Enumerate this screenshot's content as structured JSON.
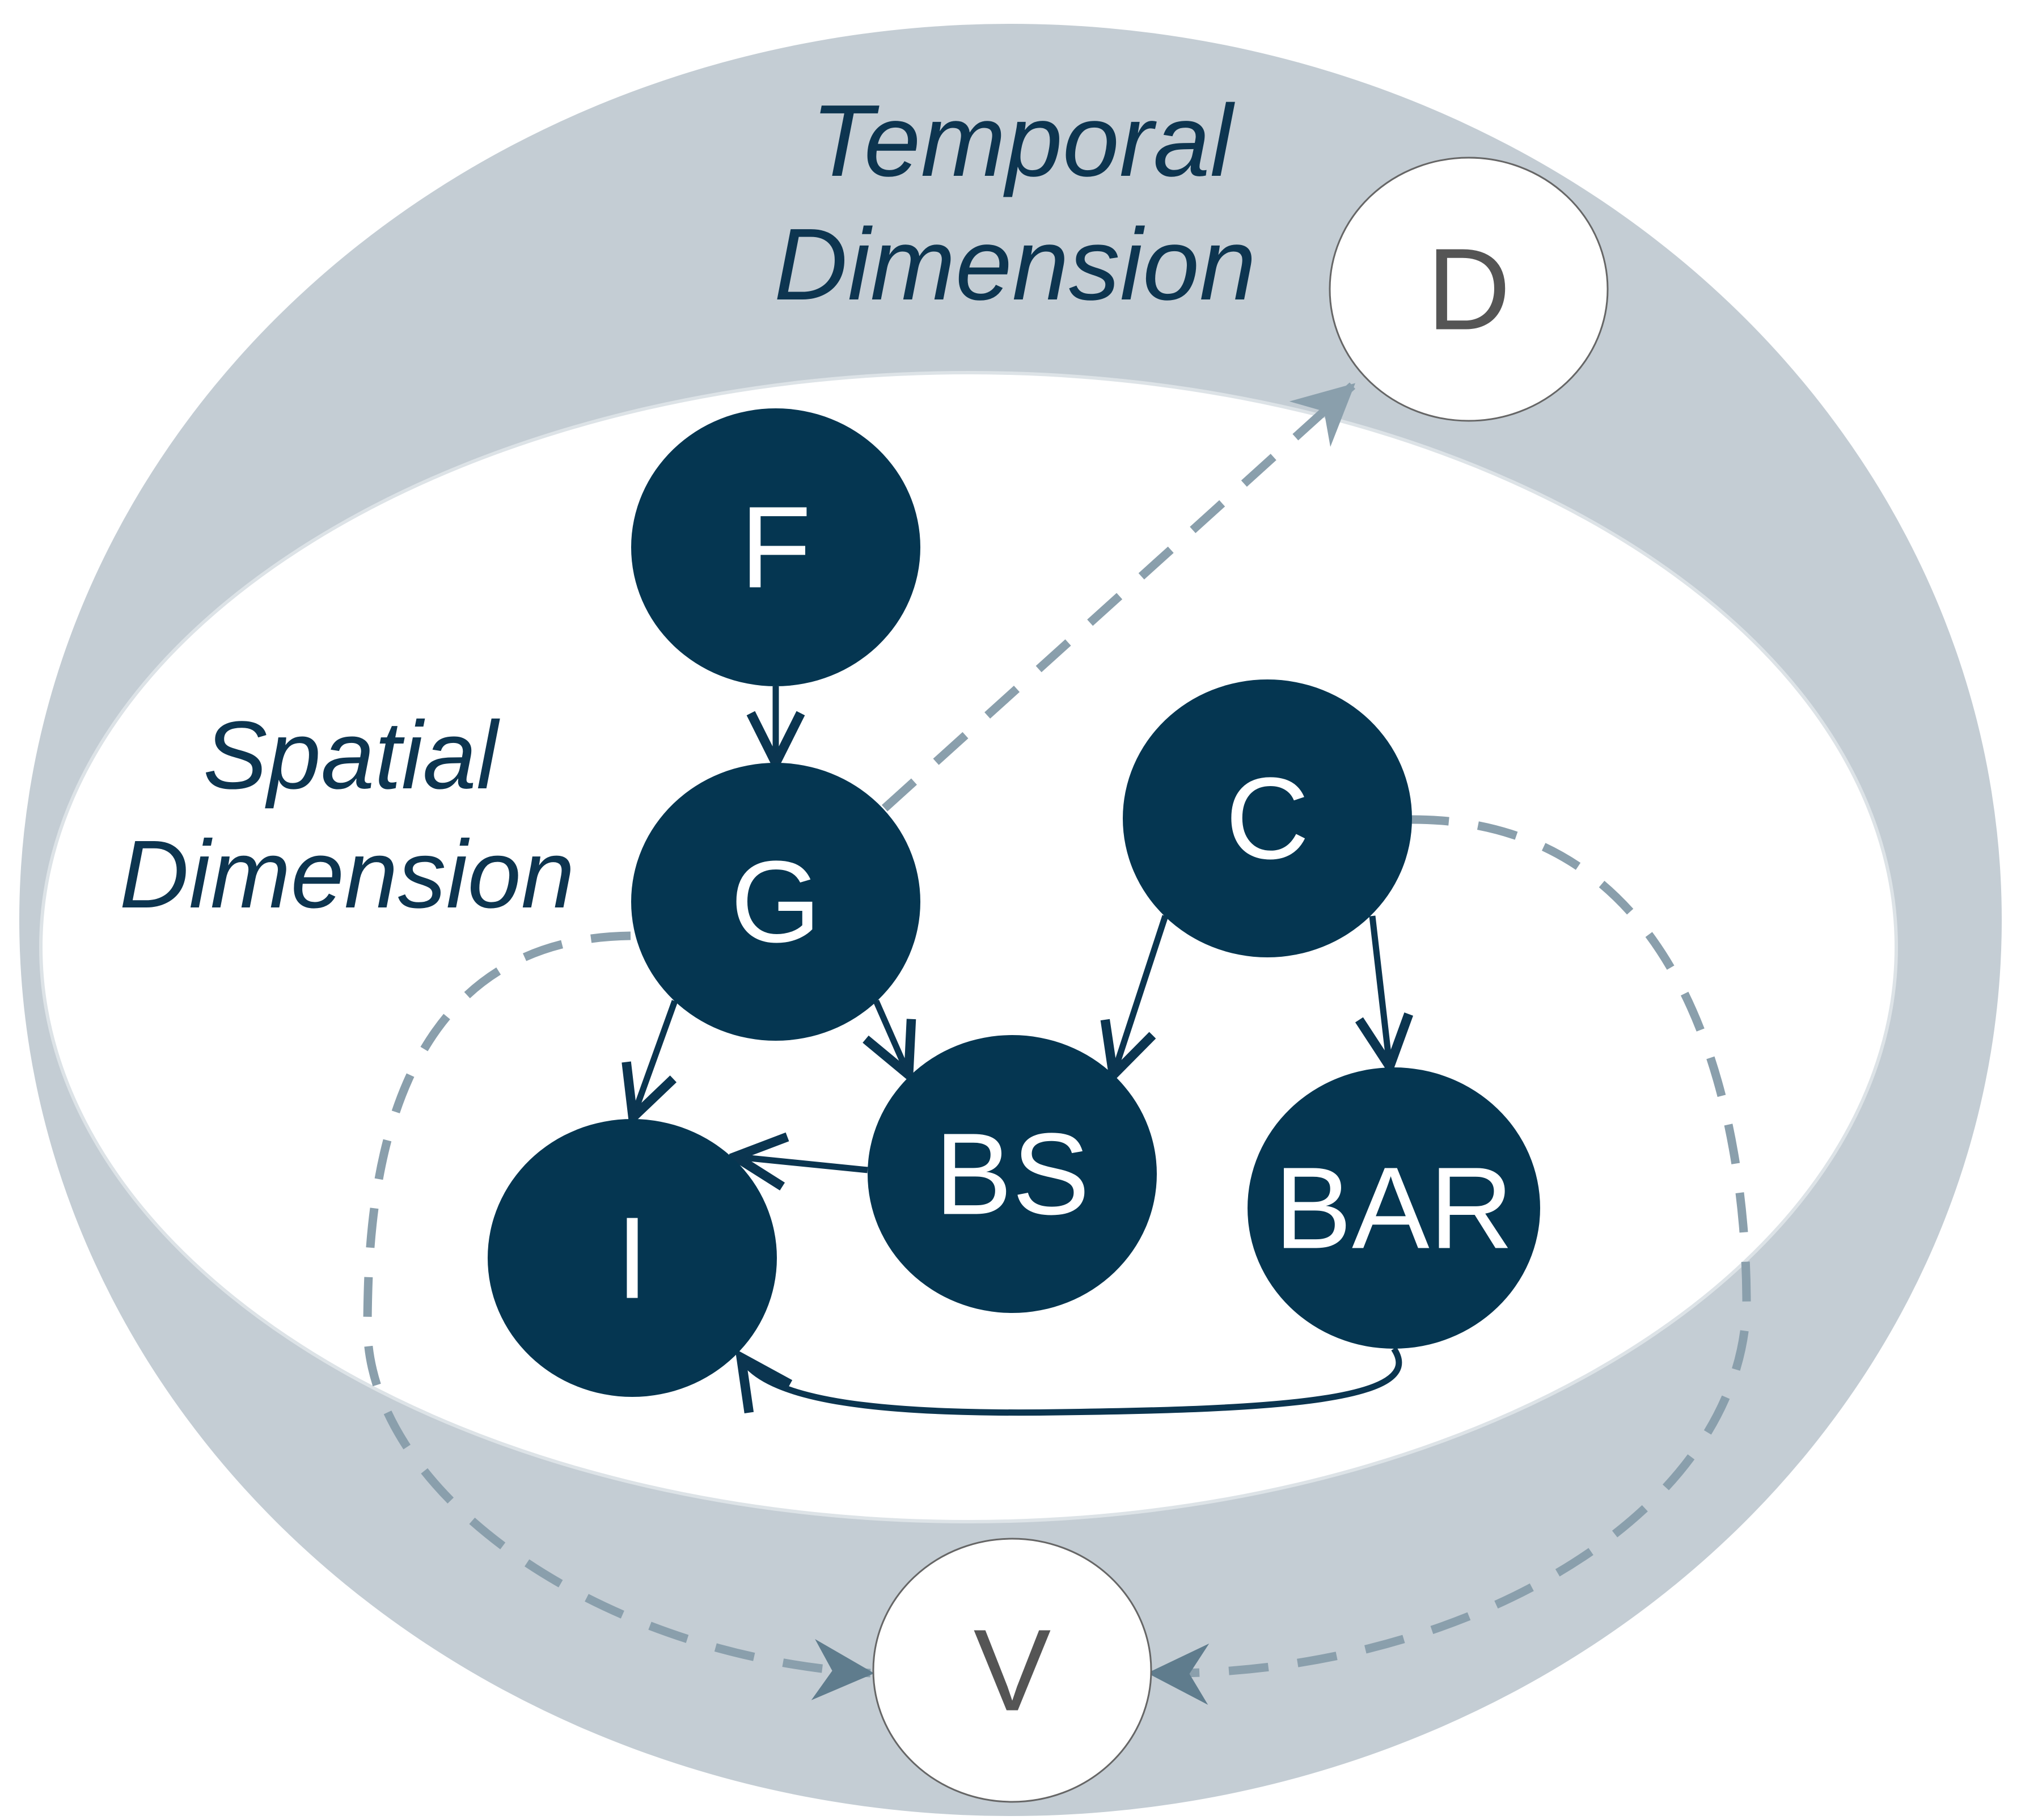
{
  "colors": {
    "outer_ring": "#c4cdd4",
    "inner_region": "#ffffff",
    "node_dark": "#053651",
    "node_light": "#ffffff",
    "arrow_solid": "#0b3550",
    "arrow_dashed_light": "#8a9fac",
    "arrow_dashed_dark": "#5f7c8d"
  },
  "regions": {
    "temporal": {
      "line1": "Temporal",
      "line2": "Dimension"
    },
    "spatial": {
      "line1": "Spatial",
      "line2": "Dimension"
    }
  },
  "nodes": {
    "F": "F",
    "G": "G",
    "C": "C",
    "I": "I",
    "BS": "BS",
    "BAR": "BAR",
    "D": "D",
    "V": "V"
  },
  "edges": [
    {
      "from": "F",
      "to": "G",
      "style": "solid"
    },
    {
      "from": "G",
      "to": "I",
      "style": "solid"
    },
    {
      "from": "G",
      "to": "BS",
      "style": "solid"
    },
    {
      "from": "C",
      "to": "BS",
      "style": "solid"
    },
    {
      "from": "C",
      "to": "BAR",
      "style": "solid"
    },
    {
      "from": "BS",
      "to": "I",
      "style": "solid"
    },
    {
      "from": "BAR",
      "to": "I",
      "style": "solid"
    },
    {
      "from": "G",
      "to": "D",
      "style": "dashed"
    },
    {
      "from": "G",
      "to": "V",
      "style": "dashed"
    },
    {
      "from": "C",
      "to": "V",
      "style": "dashed"
    }
  ]
}
